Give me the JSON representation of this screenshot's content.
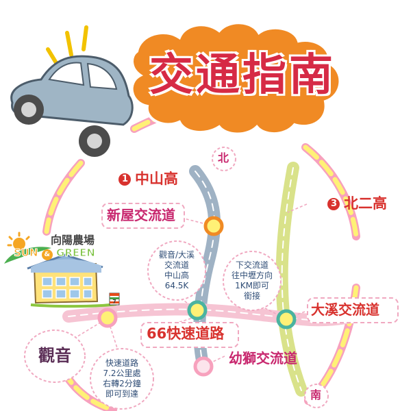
{
  "title": "交通指南",
  "colors": {
    "title_orange": "#f08a24",
    "title_text": "#d62a45",
    "red_text": "#d8322e",
    "magenta_text": "#c8276e",
    "dark_text": "#5a2d55",
    "road_gray": "#9fb2c4",
    "road_green": "#d9e28a",
    "road_pink": "#f6c4d3",
    "yellow_route": "#fff176",
    "pink_route": "#f7a1bd",
    "note_blue": "#2f4d76",
    "car_body": "#9fb5c5"
  },
  "compass": {
    "north": "北",
    "south": "南"
  },
  "highways": [
    {
      "number": "1",
      "name": "中山高"
    },
    {
      "number": "3",
      "name": "北二高"
    }
  ],
  "interchanges": [
    {
      "name": "新屋交流道"
    },
    {
      "name": "大溪交流道"
    },
    {
      "name": "幼獅交流道"
    }
  ],
  "expressway": "66快速道路",
  "town": "觀音",
  "farm": {
    "name_cn": "向陽農場",
    "brand_left": "SUN",
    "brand_mid": "&",
    "brand_right": "GREEN"
  },
  "store_icon": "convenience-store-icon",
  "notes": {
    "guanyin_daxi": [
      "觀音/大溪",
      "交流道",
      "中山高",
      "64.5K"
    ],
    "exit_direction": [
      "下交流道",
      "往中壢方向",
      "1KM即可",
      "銜接"
    ],
    "express_distance": [
      "快速道路",
      "7.2公里處",
      "右轉2分鐘",
      "即可到達"
    ]
  }
}
